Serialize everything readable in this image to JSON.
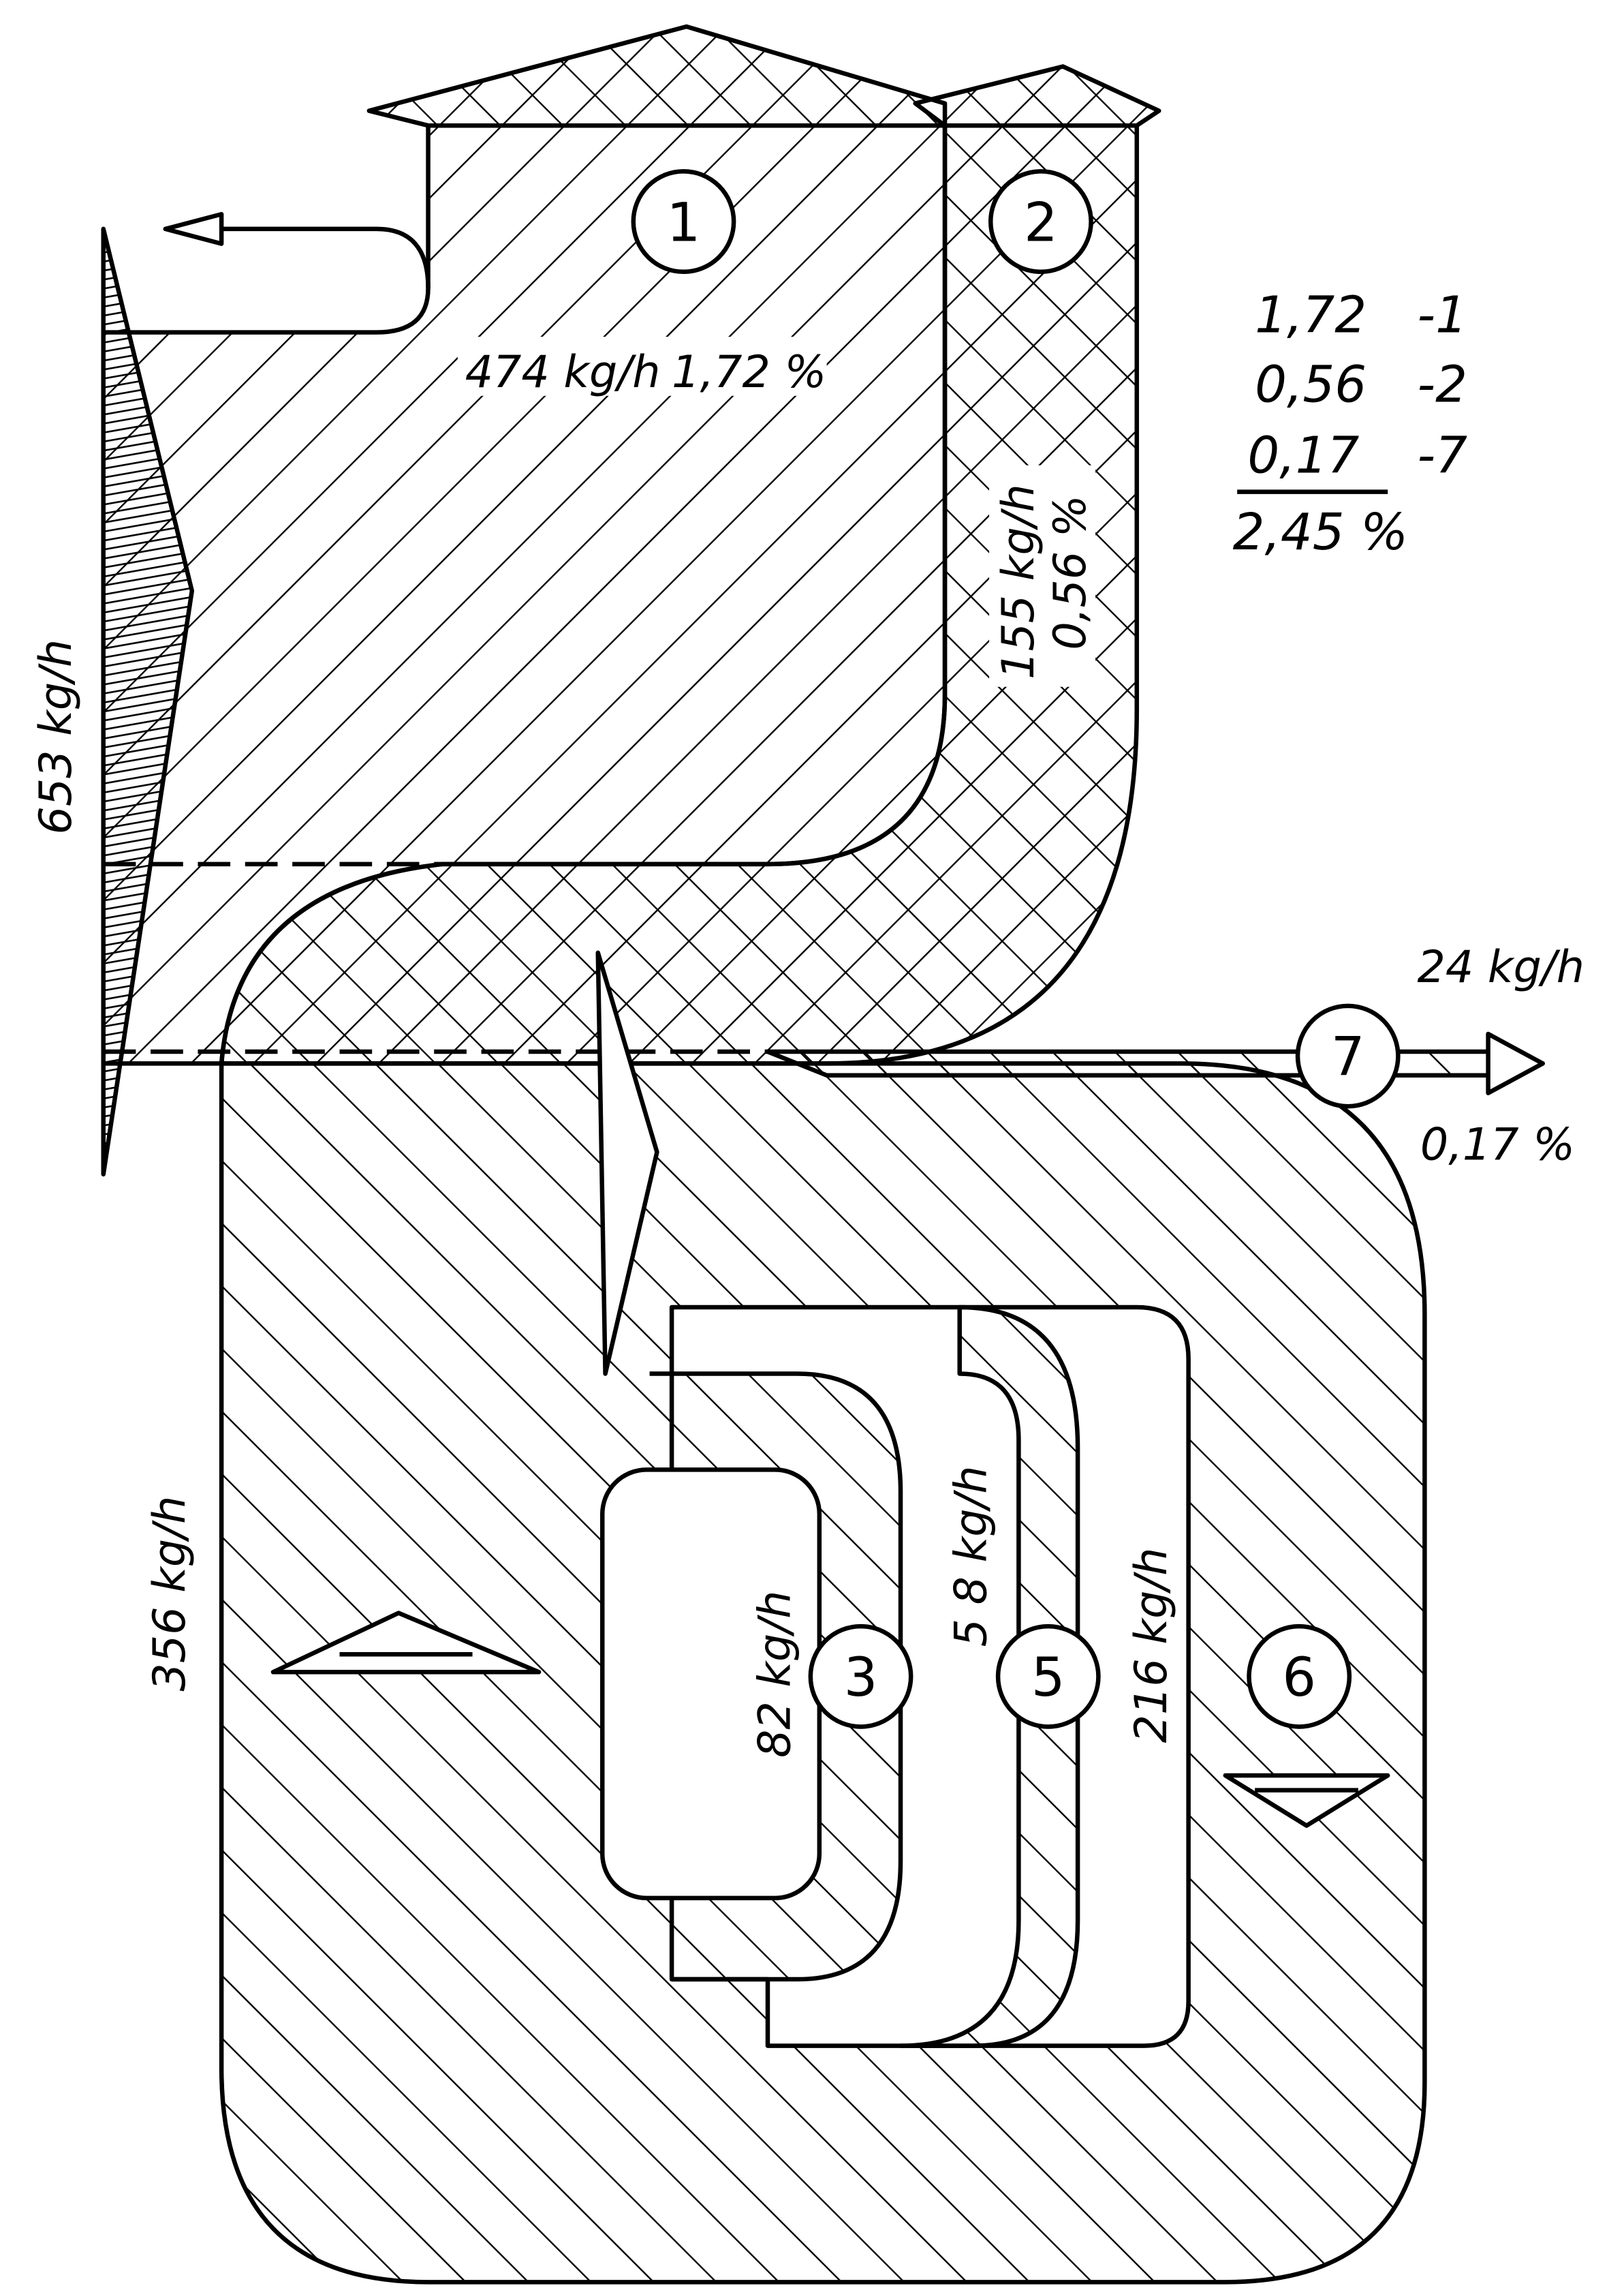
{
  "diagram": {
    "streams": [
      {
        "id": "1",
        "flow": "474 kg/h",
        "percent": "1,72 %"
      },
      {
        "id": "2",
        "flow": "155 kg/h",
        "percent": "0,56 %"
      },
      {
        "id": "3",
        "flow": "82 kg/h"
      },
      {
        "id": "5",
        "flow": "5 8 kg/h"
      },
      {
        "id": "6",
        "flow": "216 kg/h"
      },
      {
        "id": "7",
        "flow": "24 kg/h",
        "percent": "0,17 %"
      }
    ],
    "inputs": {
      "total": "653 kg/h",
      "lower": "356 kg/h"
    },
    "summary": {
      "rows": [
        {
          "value": "1,72",
          "ref": "-1"
        },
        {
          "value": "0,56",
          "ref": "-2"
        },
        {
          "value": "0,17",
          "ref": "-7"
        }
      ],
      "total": "2,45 %"
    },
    "colors": {
      "ink": "#000000",
      "paper": "#ffffff"
    }
  }
}
